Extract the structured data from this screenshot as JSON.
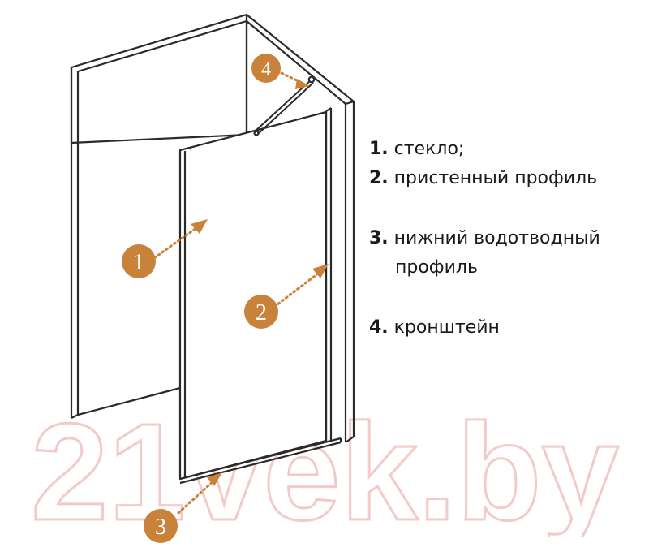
{
  "legend": [
    {
      "num": "1.",
      "line1": "стекло;",
      "line2": ""
    },
    {
      "num": "2.",
      "line1": "пристенный профиль",
      "line2": ""
    },
    {
      "num": "3.",
      "line1": "нижний водотводный",
      "line2": "профиль"
    },
    {
      "num": "4.",
      "line1": "кронштейн",
      "line2": ""
    }
  ],
  "markers": [
    {
      "label": "1"
    },
    {
      "label": "2"
    },
    {
      "label": "3"
    },
    {
      "label": "4"
    }
  ],
  "watermark": "21vek.by",
  "colors": {
    "marker": "#c9823a",
    "line": "#2a2a2a",
    "watermark": "#f3c9c9"
  }
}
